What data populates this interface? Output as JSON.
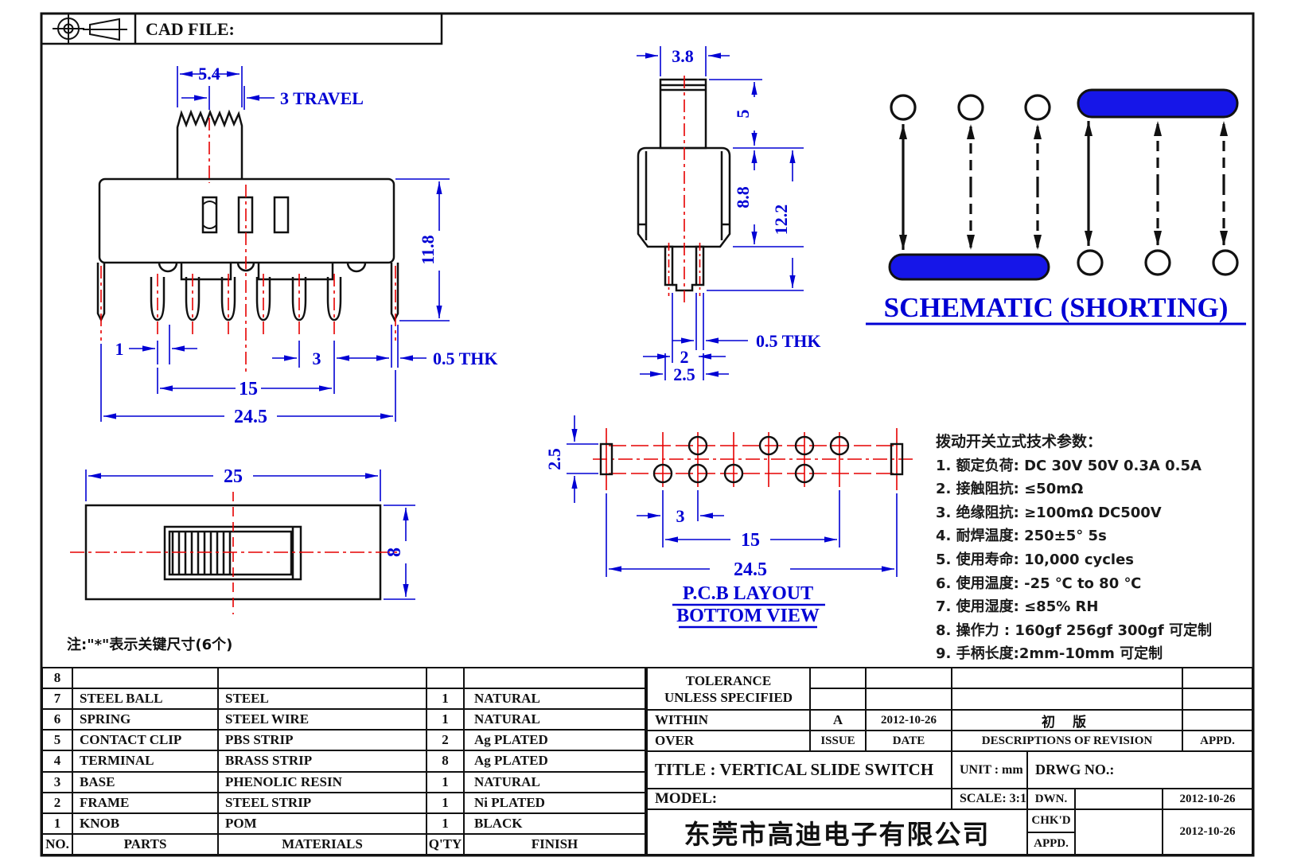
{
  "header": {
    "cad_file": "CAD FILE:"
  },
  "colors": {
    "dim_blue": "#0000d4",
    "centerline_red": "#e60000",
    "line_black": "#111111",
    "schematic_blue": "#1616e8"
  },
  "front_view": {
    "dim_knob_width": "5.4",
    "dim_travel": "3 TRAVEL",
    "dim_height": "11.8",
    "dim_pin_offset": "1",
    "dim_pitch": "3",
    "dim_thk": "0.5 THK",
    "dim_span_inner": "15",
    "dim_span_outer": "24.5"
  },
  "side_view": {
    "dim_width": "3.8",
    "dim_knob_h": "5",
    "dim_body_h": "8.8",
    "dim_total_h": "12.2",
    "dim_thk": "0.5 THK",
    "dim_pin_inner": "2",
    "dim_pin_outer": "2.5"
  },
  "schematic": {
    "title": "SCHEMATIC (SHORTING)"
  },
  "pcb_layout": {
    "dim_row": "2.5",
    "dim_pitch": "3",
    "dim_inner": "15",
    "dim_outer": "24.5",
    "label_line1": "P.C.B LAYOUT",
    "label_line2": "BOTTOM VIEW"
  },
  "top_view": {
    "dim_width": "25",
    "dim_height": "8"
  },
  "note": "注:\"*\"表示关键尺寸(6个)",
  "tech_params": {
    "header": "拨动开关立式技术参数：",
    "items": [
      "1.  额定负荷: DC 30V    50V    0.3A    0.5A",
      "2.  接触阻抗: ≤50mΩ",
      "3.  绝缘阻抗: ≥100mΩ   DC500V",
      "4.  耐焊温度: 250±5°  5s",
      "5.  使用寿命: 10,000 cycles",
      "6.  使用温度: -25 ℃  to 80 ℃",
      "7.  使用湿度: ≤85% RH",
      "8.  操作力 : 160gf   256gf   300gf  可定制",
      "9.  手柄长度:2mm-10mm  可定制"
    ]
  },
  "parts_table": {
    "rows": [
      {
        "no": "8",
        "parts": "",
        "materials": "",
        "qty": "",
        "finish": ""
      },
      {
        "no": "7",
        "parts": "STEEL BALL",
        "materials": "STEEL",
        "qty": "1",
        "finish": "NATURAL"
      },
      {
        "no": "6",
        "parts": "SPRING",
        "materials": "STEEL WIRE",
        "qty": "1",
        "finish": "NATURAL"
      },
      {
        "no": "5",
        "parts": "CONTACT CLIP",
        "materials": "PBS STRIP",
        "qty": "2",
        "finish": "Ag PLATED"
      },
      {
        "no": "4",
        "parts": "TERMINAL",
        "materials": "BRASS STRIP",
        "qty": "8",
        "finish": "Ag PLATED"
      },
      {
        "no": "3",
        "parts": "BASE",
        "materials": "PHENOLIC RESIN",
        "qty": "1",
        "finish": "NATURAL"
      },
      {
        "no": "2",
        "parts": "FRAME",
        "materials": "STEEL STRIP",
        "qty": "1",
        "finish": "Ni PLATED"
      },
      {
        "no": "1",
        "parts": "KNOB",
        "materials": "POM",
        "qty": "1",
        "finish": "BLACK"
      }
    ],
    "footer": {
      "no": "NO.",
      "parts": "PARTS",
      "materials": "MATERIALS",
      "qty": "Q'TY",
      "finish": "FINISH"
    }
  },
  "title_block": {
    "tolerance1": "TOLERANCE",
    "tolerance2": "UNLESS   SPECIFIED",
    "within": "WITHIN",
    "over": "OVER",
    "rev_issue": "A",
    "rev_date": "2012-10-26",
    "rev_desc": "初  版",
    "issue": "ISSUE",
    "date": "DATE",
    "desc": "DESCRIPTIONS OF REVISION",
    "appd": "APPD.",
    "title": "TITLE :   VERTICAL SLIDE SWITCH",
    "unit": "UNIT :   mm",
    "drwg": "DRWG NO.:",
    "model": "MODEL:",
    "scale": "SCALE:   3:1",
    "dwn": "DWN.",
    "dwn_date": "2012-10-26",
    "chkd": "CHK'D",
    "chk_date": "2012-10-26",
    "appd2": "APPD.",
    "company": "东莞市高迪电子有限公司"
  }
}
